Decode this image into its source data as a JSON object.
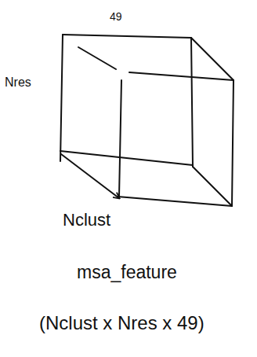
{
  "diagram": {
    "labels": [
      "49",
      "Nres",
      "Nclust",
      "msa_feature",
      "(Nclust x Nres x 49)"
    ]
  }
}
